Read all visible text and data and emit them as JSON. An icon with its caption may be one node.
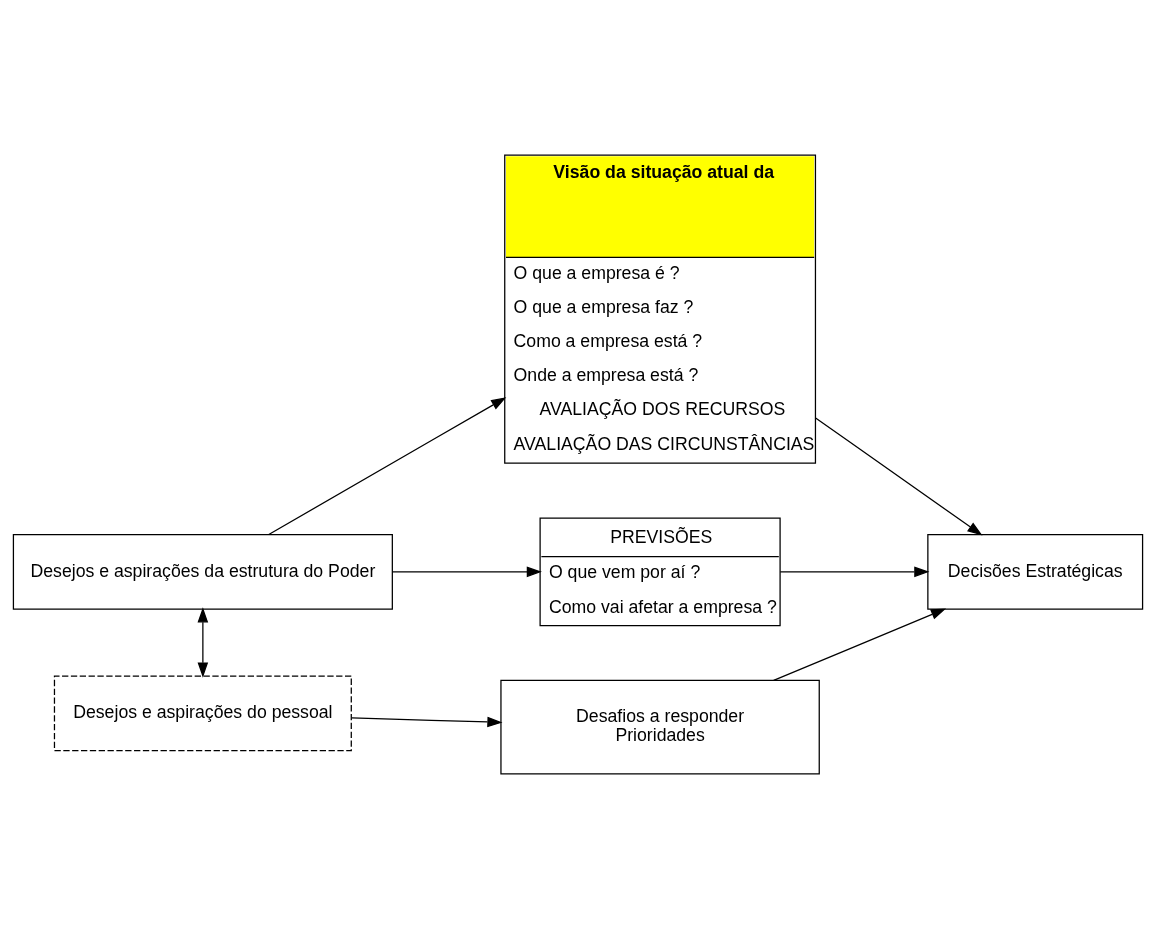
{
  "diagram": {
    "nodes": [
      {
        "text": [
          "Desejos e aspirações da estrutura do Poder"
        ]
      },
      {
        "text": [
          "Visão da situação atual da",
          "O que a empresa é ?",
          "O que a empresa faz ?",
          "Como a empresa está ?",
          "Onde a empresa está ?",
          "AVALIAÇÃO DOS RECURSOS",
          "AVALIAÇÃO DAS CIRCUNSTÂNCIAS"
        ]
      },
      {
        "text": [
          "Decisões Estratégicas"
        ]
      },
      {
        "text": [
          "PREVISÕES",
          "O que vem por aí ?",
          "Como vai afetar a empresa ?"
        ]
      },
      {
        "text": [
          "Desejos e aspirações do pessoal"
        ]
      },
      {
        "text": [
          "Desafios a responder",
          "Prioridades"
        ]
      }
    ],
    "edges": [
      {
        "from": 0,
        "to": 1,
        "arrow": "to"
      },
      {
        "from": 1,
        "to": 2,
        "arrow": "to"
      },
      {
        "from": 0,
        "to": 3,
        "arrow": "to"
      },
      {
        "from": 3,
        "to": 2,
        "arrow": "to"
      },
      {
        "from": 0,
        "to": 4,
        "arrow": "both"
      },
      {
        "from": 4,
        "to": 5,
        "arrow": "to"
      },
      {
        "from": 5,
        "to": 2,
        "arrow": "to"
      }
    ]
  }
}
